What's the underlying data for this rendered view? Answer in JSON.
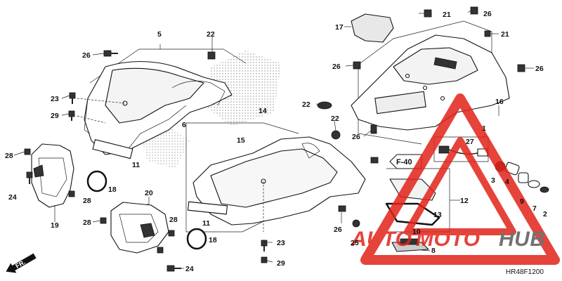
{
  "diagram": {
    "code": "HR48F1200",
    "front_label": "FR.",
    "section_ref": "F-40",
    "callouts": [
      "1",
      "2",
      "3",
      "4",
      "5",
      "6",
      "7",
      "8",
      "9",
      "10",
      "11",
      "11",
      "12",
      "13",
      "14",
      "15",
      "16",
      "17",
      "18",
      "18",
      "19",
      "20",
      "21",
      "21",
      "22",
      "22",
      "22",
      "23",
      "23",
      "24",
      "24",
      "25",
      "26",
      "26",
      "26",
      "26",
      "26",
      "26",
      "27",
      "28",
      "28",
      "28",
      "28",
      "29",
      "29"
    ]
  },
  "watermark": {
    "auto": "AUTO",
    "moto": "MOTO",
    "hub": "HUB",
    "colors": {
      "red": "#e2231a",
      "gray": "#5a5a5a"
    }
  },
  "colors": {
    "stipple": "#8a8a8a",
    "line": "#111111"
  }
}
